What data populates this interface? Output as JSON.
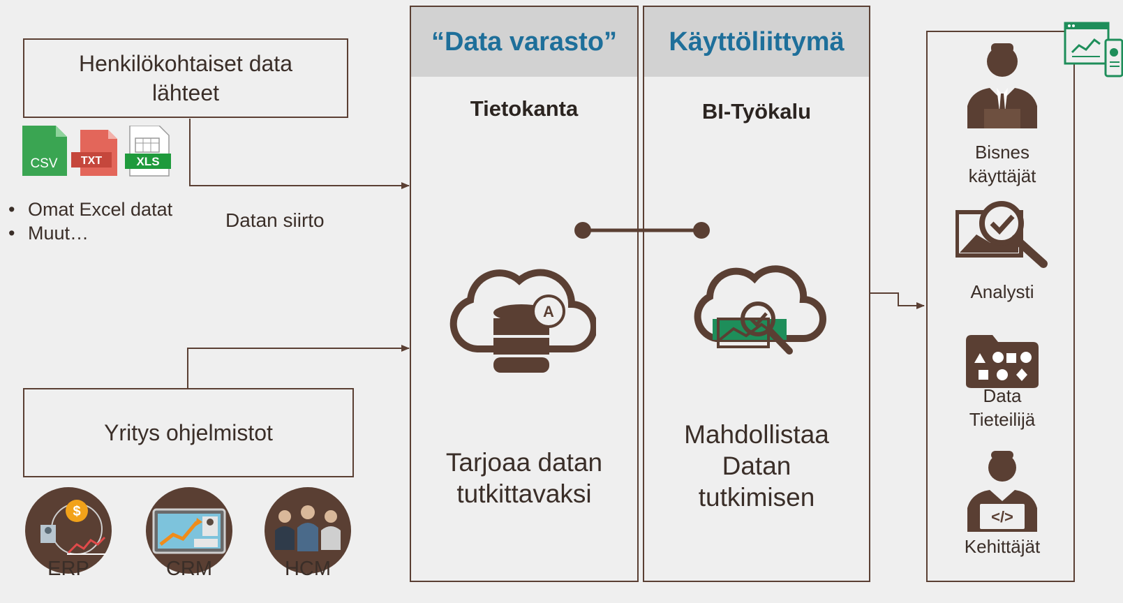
{
  "sources": {
    "personal_box_title": "Henkilökohtaiset data lähteet",
    "file_icons": [
      {
        "name": "csv-file-icon",
        "label": "CSV",
        "color": "#3aa552"
      },
      {
        "name": "txt-file-icon",
        "label": "TXT",
        "color": "#e3665a"
      },
      {
        "name": "xls-file-icon",
        "label": "XLS",
        "color": "#1f9a3c"
      }
    ],
    "bullets": [
      "Omat Excel datat",
      "Muut…"
    ],
    "transfer_label": "Datan siirto",
    "enterprise_box_title": "Yritys ohjelmistot",
    "enterprise_systems": [
      {
        "label": "ERP",
        "icon": "erp-icon"
      },
      {
        "label": "CRM",
        "icon": "crm-icon"
      },
      {
        "label": "HCM",
        "icon": "hcm-icon"
      }
    ]
  },
  "warehouse": {
    "header": "“Data varasto”",
    "subtitle": "Tietokanta",
    "description_line1": "Tarjoaa datan",
    "description_line2": "tutkittavaksi",
    "icon": "cloud-database-icon"
  },
  "ui": {
    "header": "Käyttöliittymä",
    "subtitle": "BI-Työkalu",
    "description_line1": "Mahdollistaa",
    "description_line2": "Datan",
    "description_line3": "tutkimisen",
    "icon": "cloud-analytics-icon"
  },
  "users": {
    "roles": [
      {
        "line1": "Bisnes",
        "line2": "käyttäjät",
        "icon": "business-user-icon"
      },
      {
        "line1": "Analysti",
        "line2": "",
        "icon": "analyst-icon"
      },
      {
        "line1": "Data",
        "line2": "Tieteilijä",
        "icon": "data-scientist-icon"
      },
      {
        "line1": "Kehittäjät",
        "line2": "",
        "icon": "developer-icon"
      }
    ]
  },
  "colors": {
    "brown": "#5a3f33",
    "header_blue": "#1e6f9a",
    "header_bg": "#d2d2d2",
    "background": "#efefef",
    "green": "#1e8e5a"
  }
}
